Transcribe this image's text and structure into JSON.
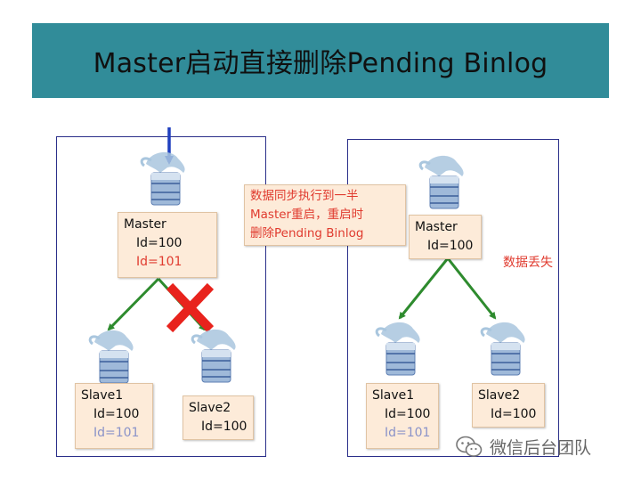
{
  "banner": {
    "title": "Master启动直接删除Pending Binlog"
  },
  "left": {
    "master": {
      "name": "Master",
      "id_line": "Id=100",
      "pending_line": "Id=101"
    },
    "slave1": {
      "name": "Slave1",
      "id_line": "Id=100",
      "pending_line": "Id=101"
    },
    "slave2": {
      "name": "Slave2",
      "id_line": "Id=100"
    }
  },
  "note": {
    "lines": [
      "数据同步执行到一半",
      "Master重启，重启时",
      "删除Pending Binlog"
    ]
  },
  "right": {
    "master": {
      "name": "Master",
      "id_line": "Id=100"
    },
    "slave1": {
      "name": "Slave1",
      "id_line": "Id=100",
      "pending_line": "Id=101"
    },
    "slave2": {
      "name": "Slave2",
      "id_line": "Id=100"
    },
    "loss_label": "数据丢失"
  },
  "watermark": {
    "text": "微信后台团队"
  },
  "colors": {
    "banner": "#318c99",
    "red": "#e03b2f",
    "green": "#2e8b2e",
    "blue_arrow": "#1f3fbf",
    "panel_border": "#2b2f8a"
  }
}
